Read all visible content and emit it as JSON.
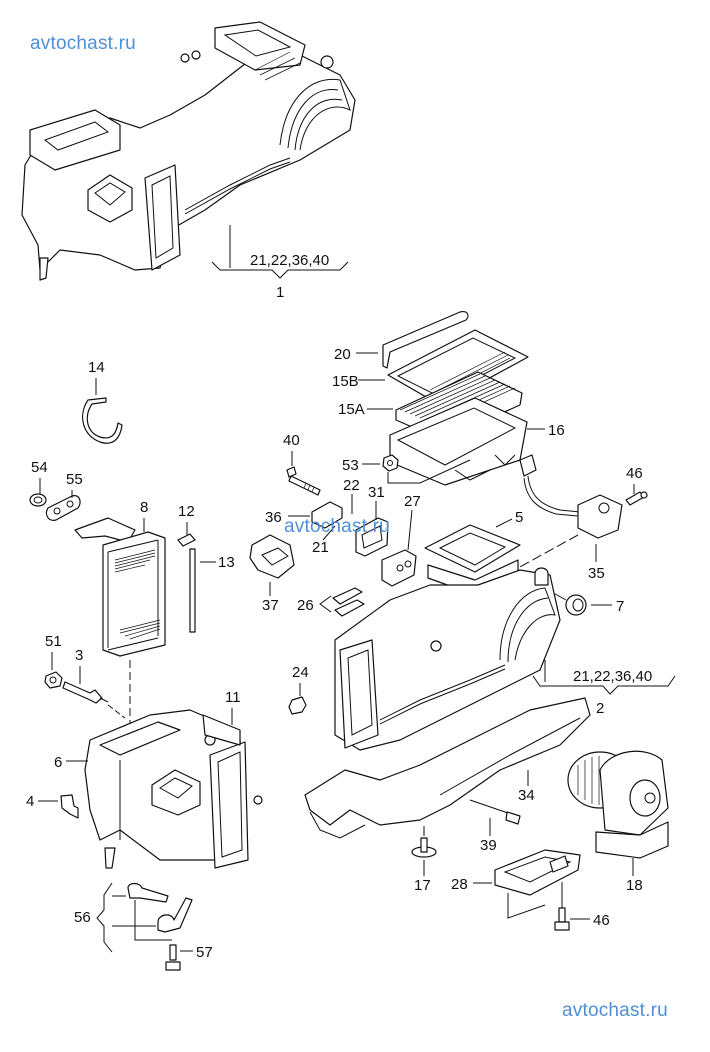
{
  "watermarks": {
    "top_left": "avtochast.ru",
    "middle": "avtochast.ru",
    "bottom_right": "avtochast.ru",
    "color": "#4f8fd8"
  },
  "callouts": {
    "group_1": {
      "refs": "21,22,36,40",
      "item": "1"
    },
    "group_2": {
      "refs": "21,22,36,40",
      "item": "2"
    },
    "p14": "14",
    "p54": "54",
    "p55": "55",
    "p8": "8",
    "p12": "12",
    "p13": "13",
    "p51": "51",
    "p3": "3",
    "p11": "11",
    "p6": "6",
    "p4": "4",
    "p56": "56",
    "p57": "57",
    "p20": "20",
    "p15b": "15B",
    "p15a": "15A",
    "p16": "16",
    "p40": "40",
    "p53": "53",
    "p36": "36",
    "p22": "22",
    "p31": "31",
    "p27": "27",
    "p21": "21",
    "p37": "37",
    "p26": "26",
    "p5": "5",
    "p46a": "46",
    "p35": "35",
    "p7": "7",
    "p24": "24",
    "p34": "34",
    "p39": "39",
    "p17": "17",
    "p28": "28",
    "p46b": "46",
    "p18": "18"
  }
}
